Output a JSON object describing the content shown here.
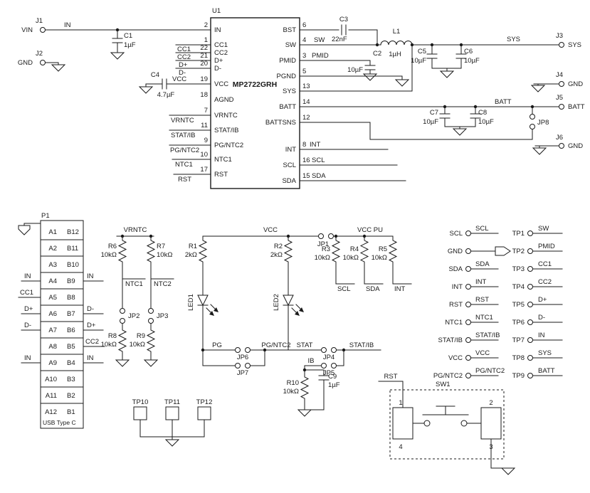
{
  "schematic": {
    "chip": {
      "ref": "U1",
      "part": "MP2722GRH",
      "left_pins": [
        {
          "name": "IN",
          "num": "2"
        },
        {
          "name": "CC1",
          "num": "1"
        },
        {
          "name": "CC2",
          "num": "22"
        },
        {
          "name": "D+",
          "num": "21"
        },
        {
          "name": "D-",
          "num": "20"
        },
        {
          "name": "VCC",
          "num": "19"
        },
        {
          "name": "AGND",
          "num": "18"
        },
        {
          "name": "VRNTC",
          "num": "7"
        },
        {
          "name": "STAT/IB",
          "num": "11"
        },
        {
          "name": "PG/NTC2",
          "num": "9"
        },
        {
          "name": "NTC1",
          "num": "10"
        },
        {
          "name": "RST",
          "num": "17"
        }
      ],
      "right_pins": [
        {
          "name": "BST",
          "num": "6"
        },
        {
          "name": "SW",
          "num": "4"
        },
        {
          "name": "PMID",
          "num": "3"
        },
        {
          "name": "PGND",
          "num": "5"
        },
        {
          "name": "SYS",
          "num": "13"
        },
        {
          "name": "BATT",
          "num": "14"
        },
        {
          "name": "BATTSNS",
          "num": "12"
        },
        {
          "name": "INT",
          "num": "8"
        },
        {
          "name": "SCL",
          "num": "16"
        },
        {
          "name": "SDA",
          "num": "15"
        }
      ]
    },
    "connectors": {
      "j1": {
        "ref": "J1",
        "label": "VIN"
      },
      "j2": {
        "ref": "J2",
        "label": "GND"
      },
      "j3": {
        "ref": "J3",
        "label": "SYS"
      },
      "j4": {
        "ref": "J4",
        "label": "GND"
      },
      "j5": {
        "ref": "J5",
        "label": "BATT"
      },
      "j6": {
        "ref": "J6",
        "label": "GND"
      }
    },
    "jumpers": {
      "jp1": "JP1",
      "jp2": "JP2",
      "jp3": "JP3",
      "jp4": "JP4",
      "jp5": "JP5",
      "jp6": "JP6",
      "jp7": "JP7",
      "jp8": "JP8"
    },
    "capacitors": {
      "c1": {
        "ref": "C1",
        "val": "1µF"
      },
      "c2": {
        "ref": "C2",
        "val": "10µF"
      },
      "c3": {
        "ref": "C3",
        "val": "22nF"
      },
      "c4": {
        "ref": "C4",
        "val": "4.7µF"
      },
      "c5": {
        "ref": "C5",
        "val": "10µF"
      },
      "c6": {
        "ref": "C6",
        "val": "10µF"
      },
      "c7": {
        "ref": "C7",
        "val": "10µF"
      },
      "c8": {
        "ref": "C8",
        "val": "10µF"
      },
      "c9": {
        "ref": "C9",
        "val": "1µF"
      }
    },
    "resistors": {
      "r1": {
        "ref": "R1",
        "val": "2kΩ"
      },
      "r2": {
        "ref": "R2",
        "val": "2kΩ"
      },
      "r3": {
        "ref": "R3",
        "val": "10kΩ"
      },
      "r4": {
        "ref": "R4",
        "val": "10kΩ"
      },
      "r5": {
        "ref": "R5",
        "val": "10kΩ"
      },
      "r6": {
        "ref": "R6",
        "val": "10kΩ"
      },
      "r7": {
        "ref": "R7",
        "val": "10kΩ"
      },
      "r8": {
        "ref": "R8",
        "val": "10kΩ"
      },
      "r9": {
        "ref": "R9",
        "val": "10kΩ"
      },
      "r10": {
        "ref": "R10",
        "val": "10kΩ"
      }
    },
    "inductor": {
      "ref": "L1",
      "val": "1µH"
    },
    "leds": {
      "led1": "LED1",
      "led2": "LED2"
    },
    "switch": {
      "ref": "SW1",
      "pin1": "1",
      "pin2": "2",
      "pin3": "3",
      "pin4": "4"
    },
    "nets": {
      "in": "IN",
      "sw": "SW",
      "pmid": "PMID",
      "sys": "SYS",
      "batt": "BATT",
      "int": "INT",
      "scl": "SCL",
      "sda": "SDA",
      "cc1": "CC1",
      "cc2": "CC2",
      "dp": "D+",
      "dm": "D-",
      "vcc": "VCC",
      "vcc_pu": "VCC PU",
      "vrntc": "VRNTC",
      "ntc1": "NTC1",
      "ntc2": "NTC2",
      "pg": "PG",
      "pg_ntc2": "PG/NTC2",
      "stat": "STAT",
      "stat_ib": "STAT/IB",
      "ib": "IB",
      "rst": "RST"
    },
    "usb": {
      "ref": "P1",
      "type": "USB Type C",
      "rows": [
        {
          "a": "A1",
          "b": "B12"
        },
        {
          "a": "A2",
          "b": "B11"
        },
        {
          "a": "A3",
          "b": "B10"
        },
        {
          "a": "A4",
          "b": "B9"
        },
        {
          "a": "A5",
          "b": "B8"
        },
        {
          "a": "A6",
          "b": "B7"
        },
        {
          "a": "A7",
          "b": "B6"
        },
        {
          "a": "A8",
          "b": "B5"
        },
        {
          "a": "A9",
          "b": "B4"
        },
        {
          "a": "A10",
          "b": "B3"
        },
        {
          "a": "A11",
          "b": "B2"
        },
        {
          "a": "A12",
          "b": "B1"
        }
      ]
    },
    "io_column": [
      {
        "label": "SCL",
        "net": "SCL"
      },
      {
        "label": "GND",
        "net": ""
      },
      {
        "label": "SDA",
        "net": "SDA"
      },
      {
        "label": "INT",
        "net": "INT"
      },
      {
        "label": "RST",
        "net": "RST"
      },
      {
        "label": "NTC1",
        "net": "NTC1"
      },
      {
        "label": "STAT/IB",
        "net": "STAT/IB"
      },
      {
        "label": "VCC",
        "net": "VCC"
      },
      {
        "label": "PG/NTC2",
        "net": "PG/NTC2"
      }
    ],
    "tp_column": [
      {
        "label": "TP1",
        "net": "SW"
      },
      {
        "label": "TP2",
        "net": "PMID"
      },
      {
        "label": "TP3",
        "net": "CC1"
      },
      {
        "label": "TP4",
        "net": "CC2"
      },
      {
        "label": "TP5",
        "net": "D+"
      },
      {
        "label": "TP6",
        "net": "D-"
      },
      {
        "label": "TP7",
        "net": "IN"
      },
      {
        "label": "TP8",
        "net": "SYS"
      },
      {
        "label": "TP9",
        "net": "BATT"
      }
    ],
    "testpoints": {
      "tp10": "TP10",
      "tp11": "TP11",
      "tp12": "TP12"
    }
  }
}
